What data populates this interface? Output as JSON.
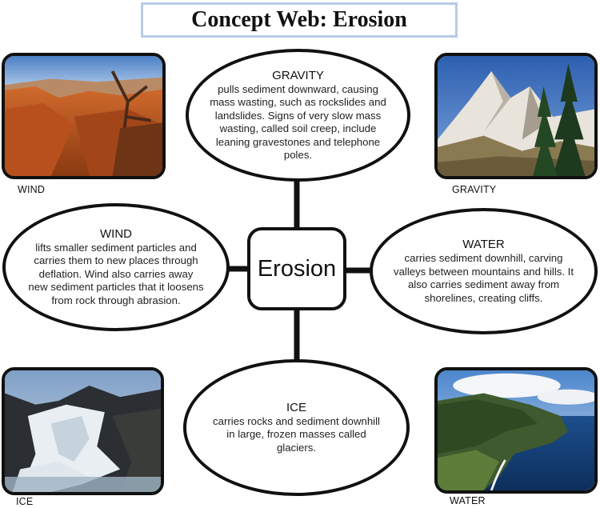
{
  "title": "Concept Web: Erosion",
  "center": "Erosion",
  "nodes": {
    "gravity": {
      "heading": "GRAVITY",
      "text": "pulls sediment downward, causing mass wasting, such as rockslides and landslides. Signs of very slow mass wasting, called soil creep, include leaning gravestones and telephone poles."
    },
    "wind": {
      "heading": "WIND",
      "text": "lifts smaller sediment particles and carries them to new places through deflation. Wind also carries away new sediment particles that it loosens from rock through abrasion."
    },
    "water": {
      "heading": "WATER",
      "text": "carries sediment downhill, carving valleys between mountains and hills. It also carries sediment away from shorelines, creating cliffs."
    },
    "ice": {
      "heading": "ICE",
      "text": "carries rocks and sediment downhill in large, frozen masses called glaciers."
    }
  },
  "photos": {
    "wind": {
      "caption": "WIND",
      "icon": "canyon-photo"
    },
    "gravity": {
      "caption": "GRAVITY",
      "icon": "mountain-photo"
    },
    "ice": {
      "caption": "ICE",
      "icon": "glacier-photo"
    },
    "water": {
      "caption": "WATER",
      "icon": "coastline-photo"
    }
  },
  "colors": {
    "title_border": "#b7cce6",
    "line": "#111111"
  }
}
